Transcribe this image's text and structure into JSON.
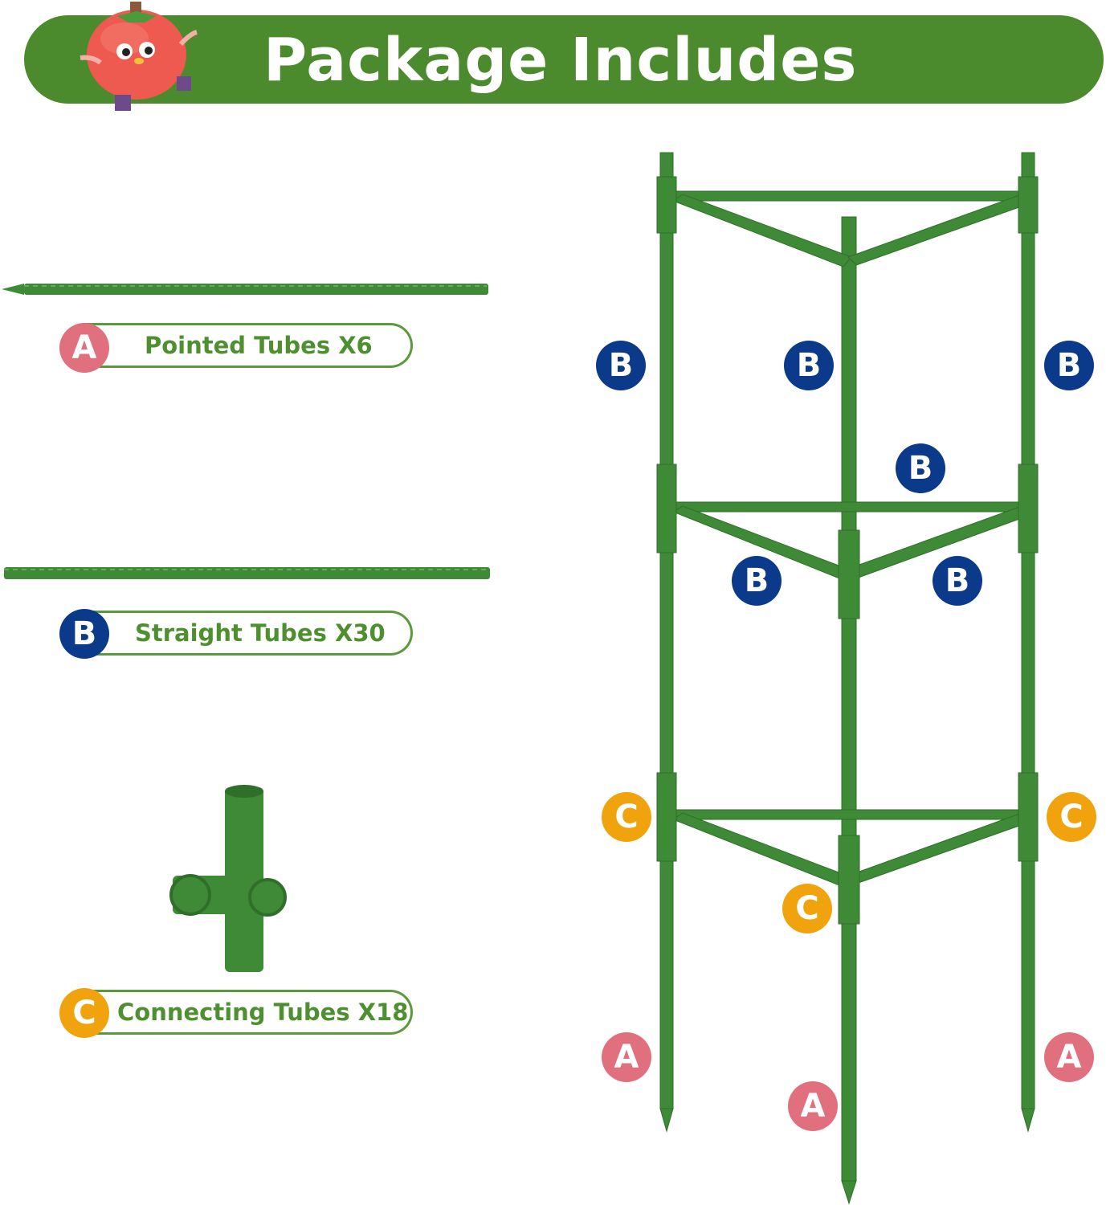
{
  "header": {
    "title": "Package Includes"
  },
  "items": [
    {
      "badge": "A",
      "name": "Pointed Tubes",
      "qty": "X6"
    },
    {
      "badge": "B",
      "name": "Straight Tubes",
      "qty": "X30"
    },
    {
      "badge": "C",
      "name": "Connecting Tubes",
      "qty": "X18"
    }
  ],
  "diagram_badges": {
    "b1": "B",
    "b2": "B",
    "b3": "B",
    "b4": "B",
    "b5": "B",
    "b6": "B",
    "c1": "C",
    "c2": "C",
    "c3": "C",
    "a1": "A",
    "a2": "A",
    "a3": "A"
  },
  "colors": {
    "banner": "#4c8a2e",
    "tube": "#3f8a36",
    "badge_a": "#e1707f",
    "badge_b": "#0c3a8a",
    "badge_c": "#f0a30c"
  }
}
